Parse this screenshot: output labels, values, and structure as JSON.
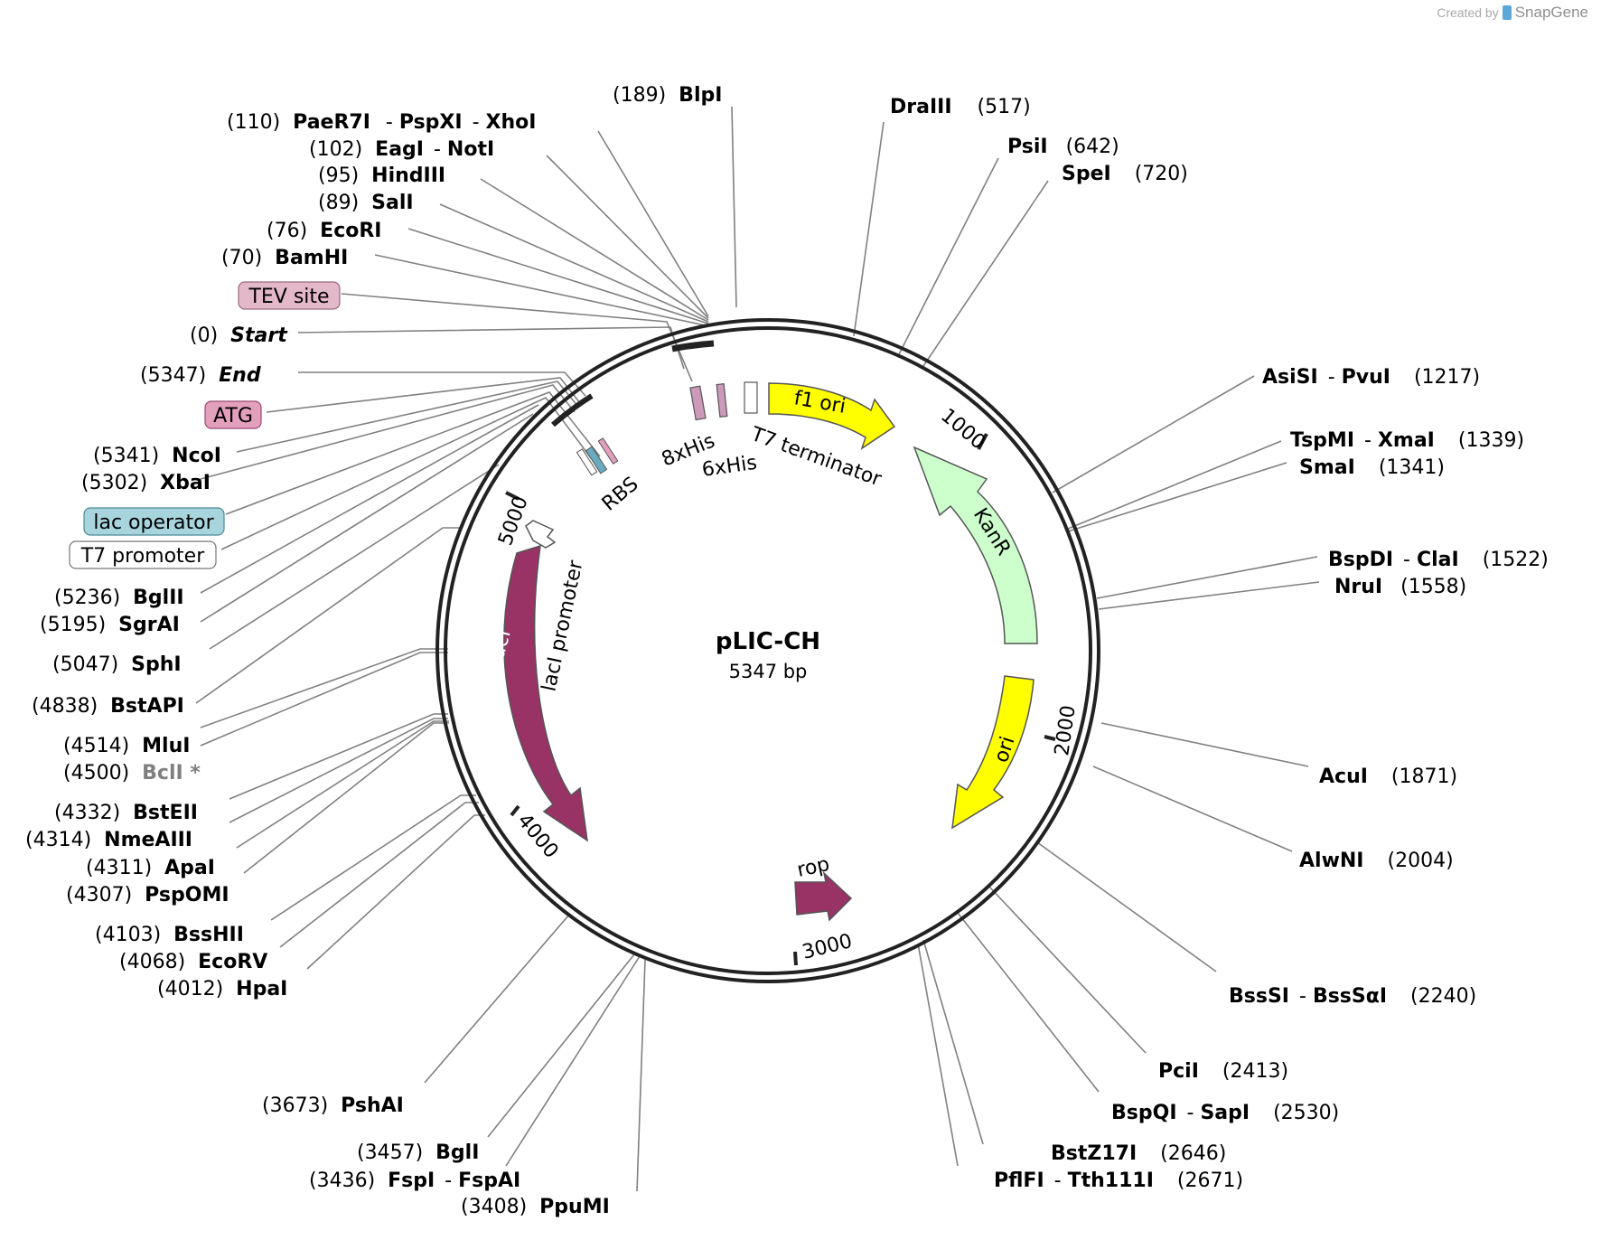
{
  "credit": {
    "prefix": "Created by",
    "brand": "SnapGene"
  },
  "plasmid": {
    "name": "pLIC-CH",
    "length_label": "5347 bp",
    "length": 5347
  },
  "tick_labels": [
    "1000",
    "2000",
    "3000",
    "4000",
    "5000"
  ],
  "colors": {
    "backbone": "#222222",
    "f1_ori": "#ffff00",
    "ori": "#ffff00",
    "kanR": "#ccffcc",
    "lacI": "#993366",
    "rop": "#993366",
    "his_tag": "#cc99bb",
    "rbs": "#6aabc0",
    "tev_label_fill": "#e3b8c9",
    "atg_label_fill": "#e3a0bc",
    "lac_operator_fill": "#a8d5dd",
    "t7_promoter_fill": "#ffffff",
    "leader_line": "#808080"
  },
  "features": {
    "f1_ori": "f1 ori",
    "kanR": "KanR",
    "ori": "ori",
    "lacI": "lacI",
    "lacI_promoter": "lacI promoter",
    "rop": "rop",
    "his8": "8xHis",
    "his6": "6xHis",
    "t7_terminator": "T7 terminator",
    "rbs": "RBS"
  },
  "feature_labels": {
    "tev": "TEV site",
    "atg": "ATG",
    "lac_operator": "lac operator",
    "t7_promoter": "T7 promoter"
  },
  "sites": {
    "blpi": {
      "pos": "(189)",
      "names": [
        "BlpI"
      ]
    },
    "paer7i": {
      "pos": "(110)",
      "names": [
        "PaeR7I",
        "PspXI",
        "XhoI"
      ]
    },
    "eagi": {
      "pos": "(102)",
      "names": [
        "EagI",
        "NotI"
      ]
    },
    "hindiii": {
      "pos": "(95)",
      "names": [
        "HindIII"
      ]
    },
    "sali": {
      "pos": "(89)",
      "names": [
        "SalI"
      ]
    },
    "ecori": {
      "pos": "(76)",
      "names": [
        "EcoRI"
      ]
    },
    "bamhi": {
      "pos": "(70)",
      "names": [
        "BamHI"
      ]
    },
    "start": {
      "pos": "(0)",
      "names": [
        "Start"
      ]
    },
    "end": {
      "pos": "(5347)",
      "names": [
        "End"
      ]
    },
    "ncoi": {
      "pos": "(5341)",
      "names": [
        "NcoI"
      ]
    },
    "xbai": {
      "pos": "(5302)",
      "names": [
        "XbaI"
      ]
    },
    "bglii": {
      "pos": "(5236)",
      "names": [
        "BglII"
      ]
    },
    "sgrai": {
      "pos": "(5195)",
      "names": [
        "SgrAI"
      ]
    },
    "sphi": {
      "pos": "(5047)",
      "names": [
        "SphI"
      ]
    },
    "bstapi": {
      "pos": "(4838)",
      "names": [
        "BstAPI"
      ]
    },
    "mlui": {
      "pos": "(4514)",
      "names": [
        "MluI"
      ]
    },
    "bcli": {
      "pos": "(4500)",
      "names": [
        "BclI *"
      ]
    },
    "bsteii": {
      "pos": "(4332)",
      "names": [
        "BstEII"
      ]
    },
    "nmeaiii": {
      "pos": "(4314)",
      "names": [
        "NmeAIII"
      ]
    },
    "apai": {
      "pos": "(4311)",
      "names": [
        "ApaI"
      ]
    },
    "pspomi": {
      "pos": "(4307)",
      "names": [
        "PspOMI"
      ]
    },
    "bsshii": {
      "pos": "(4103)",
      "names": [
        "BssHII"
      ]
    },
    "ecorv": {
      "pos": "(4068)",
      "names": [
        "EcoRV"
      ]
    },
    "hpai": {
      "pos": "(4012)",
      "names": [
        "HpaI"
      ]
    },
    "pshai": {
      "pos": "(3673)",
      "names": [
        "PshAI"
      ]
    },
    "bgli": {
      "pos": "(3457)",
      "names": [
        "BglI"
      ]
    },
    "fspi": {
      "pos": "(3436)",
      "names": [
        "FspI",
        "FspAI"
      ]
    },
    "ppumi": {
      "pos": "(3408)",
      "names": [
        "PpuMI"
      ]
    },
    "draiii": {
      "pos": "(517)",
      "names": [
        "DraIII"
      ]
    },
    "psii": {
      "pos": "(642)",
      "names": [
        "PsiI"
      ]
    },
    "spei": {
      "pos": "(720)",
      "names": [
        "SpeI"
      ]
    },
    "asisi": {
      "pos": "(1217)",
      "names": [
        "AsiSI",
        "PvuI"
      ]
    },
    "tspmi": {
      "pos": "(1339)",
      "names": [
        "TspMI",
        "XmaI"
      ]
    },
    "smai": {
      "pos": "(1341)",
      "names": [
        "SmaI"
      ]
    },
    "bspdi": {
      "pos": "(1522)",
      "names": [
        "BspDI",
        "ClaI"
      ]
    },
    "nrui": {
      "pos": "(1558)",
      "names": [
        "NruI"
      ]
    },
    "acui": {
      "pos": "(1871)",
      "names": [
        "AcuI"
      ]
    },
    "alwni": {
      "pos": "(2004)",
      "names": [
        "AlwNI"
      ]
    },
    "bsssi": {
      "pos": "(2240)",
      "names": [
        "BssSI",
        "BssSαI"
      ]
    },
    "pcii": {
      "pos": "(2413)",
      "names": [
        "PciI"
      ]
    },
    "bspqi": {
      "pos": "(2530)",
      "names": [
        "BspQI",
        "SapI"
      ]
    },
    "bstz17i": {
      "pos": "(2646)",
      "names": [
        "BstZ17I"
      ]
    },
    "pflfi": {
      "pos": "(2671)",
      "names": [
        "PflFI",
        "Tth111I"
      ]
    }
  }
}
